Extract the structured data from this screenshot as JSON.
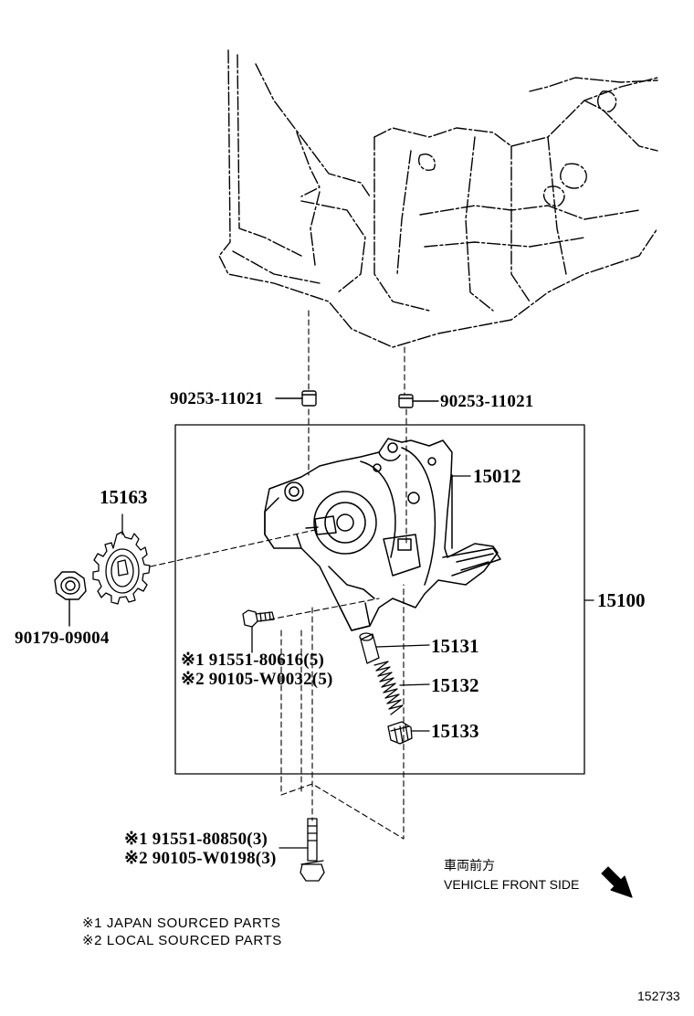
{
  "labels": {
    "pn_90253_left": "90253-11021",
    "pn_90253_right": "90253-11021",
    "pn_15012": "15012",
    "pn_15163": "15163",
    "pn_15100": "15100",
    "pn_90179": "90179-09004",
    "pn_15131": "15131",
    "pn_15132": "15132",
    "pn_15133": "15133",
    "bolt_small_1": "※1 91551-80616(5)",
    "bolt_small_2": "※2 90105-W0032(5)",
    "bolt_long_1": "※1 91551-80850(3)",
    "bolt_long_2": "※2 90105-W0198(3)",
    "front_jp": "車両前方",
    "front_en": "VEHICLE FRONT SIDE",
    "legend_1": "※1 JAPAN SOURCED PARTS",
    "legend_2": "※2 LOCAL SOURCED PARTS",
    "illustration_no": "152733"
  },
  "colors": {
    "line": "#000000",
    "background": "#ffffff"
  },
  "icons": {
    "front_direction": "arrow-down-right-icon"
  }
}
